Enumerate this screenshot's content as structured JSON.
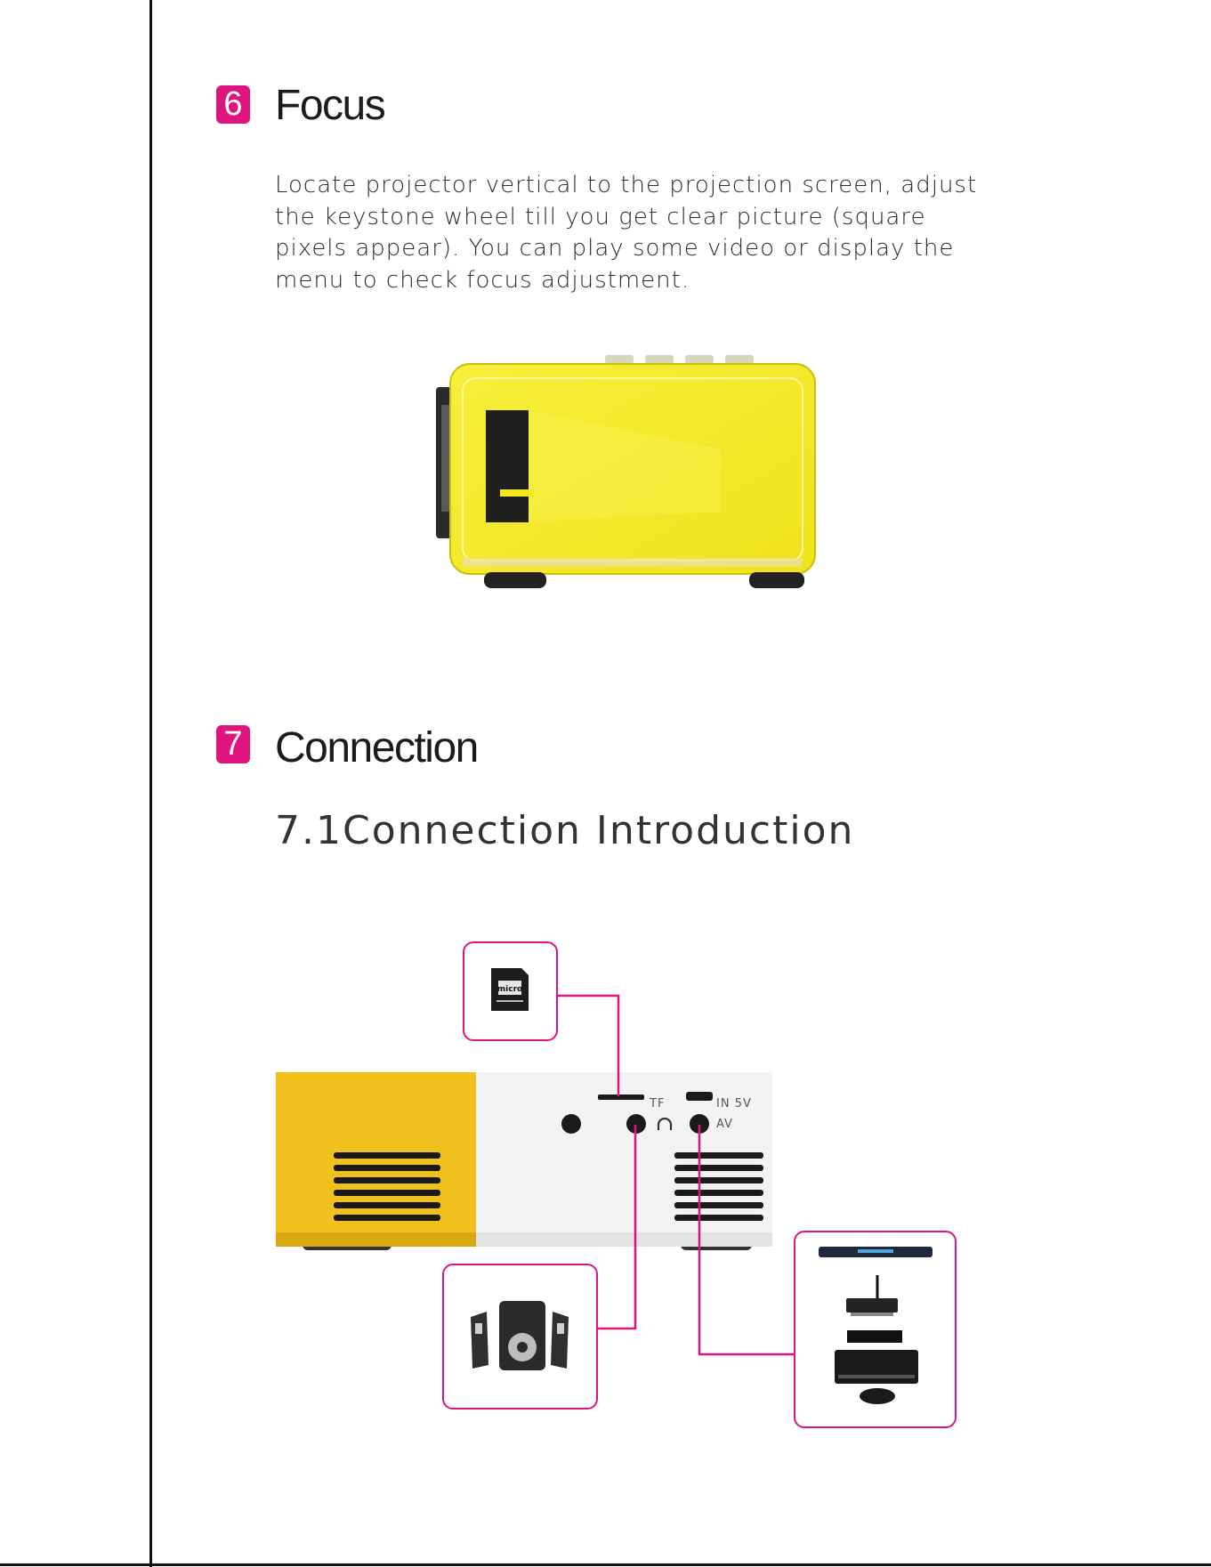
{
  "colors": {
    "accent": "#e0147f",
    "projector_yellow": "#f3e81c",
    "rear_yellow": "#f0c01c"
  },
  "section6": {
    "number": "6",
    "title": "Focus",
    "body": "Locate projector vertical to the projection screen, adjust the keystone wheel till you get clear picture (square pixels appear). You can play some video or display the menu to check focus adjustment."
  },
  "section7": {
    "number": "7",
    "title": "Connection",
    "subtitle": "7.1Connection Introduction"
  },
  "ports": {
    "tf": "TF",
    "in5v": "IN 5V",
    "av": "AV"
  },
  "icons": [
    "microsd-card-icon",
    "speaker-system-icon",
    "dvd-player-icon",
    "set-top-box-icon",
    "game-console-icon",
    "headphone-icon"
  ]
}
